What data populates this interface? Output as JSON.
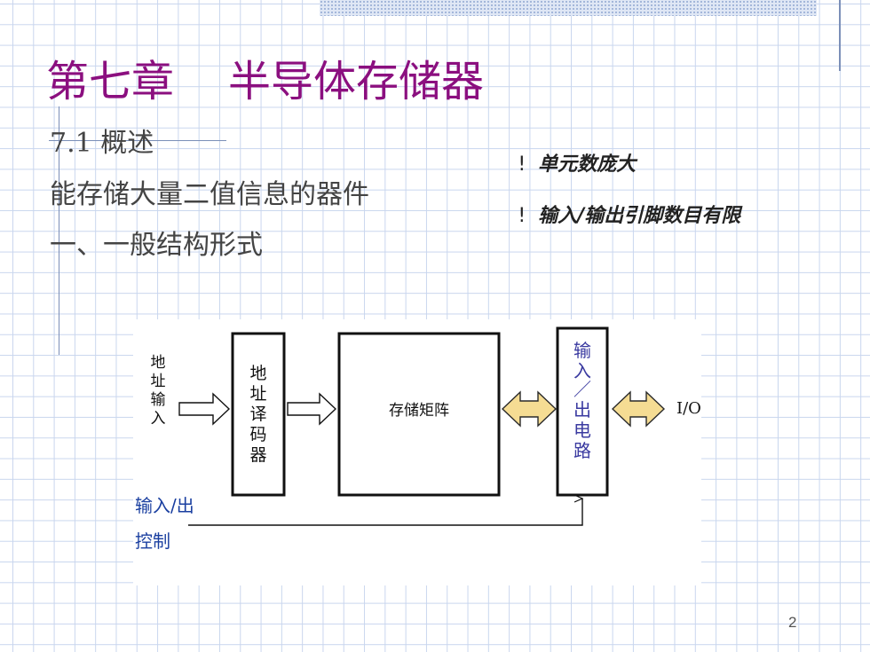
{
  "slide": {
    "title": "第七章    半导体存储器",
    "section": "7.1 概述",
    "line2": "能存储大量二值信息的器件",
    "line3": "一、一般结构形式",
    "notes": [
      {
        "mark": "!",
        "text": "单元数庞大"
      },
      {
        "mark": "!",
        "text": "输入/输出引脚数目有限"
      }
    ],
    "page_number": "2"
  },
  "diagram": {
    "address_input": [
      "地",
      "址",
      "输",
      "入"
    ],
    "decoder": [
      "地",
      "址",
      "译",
      "码",
      "器"
    ],
    "matrix": "存储矩阵",
    "io_circuit": [
      "输",
      "入",
      "／",
      "出",
      "电",
      "路"
    ],
    "io_label": "I/O",
    "control_line1": "输入/出",
    "control_line2": "控制",
    "colors": {
      "arrow_fill": "#f5dc93",
      "arrow_stroke": "#2a2a2a",
      "control_text": "#1a3fa0",
      "box_stroke": "#111111"
    }
  }
}
